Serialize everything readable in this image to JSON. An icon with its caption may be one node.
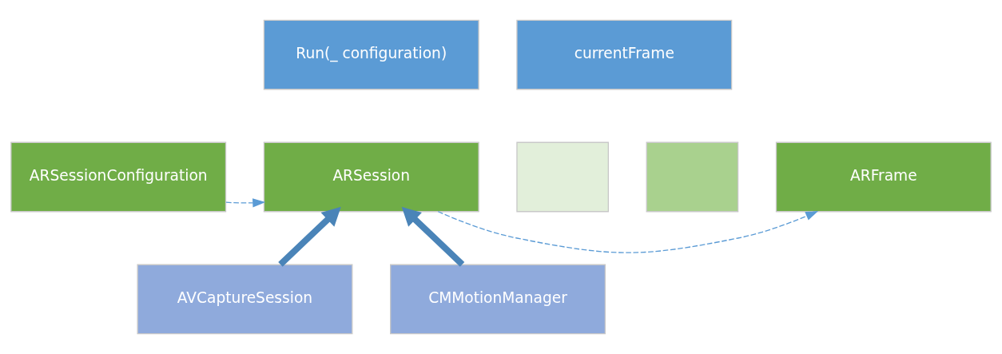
{
  "diagram": {
    "nodes": [
      {
        "text": [
          "Run(_ configuration)"
        ]
      },
      {
        "text": [
          "currentFrame"
        ]
      },
      {
        "text": [
          "ARSessionConfiguration"
        ]
      },
      {
        "text": [
          "ARSession"
        ]
      },
      {
        "text": [],
        "shape": "box"
      },
      {
        "text": [],
        "shape": "box"
      },
      {
        "text": [
          "ARFrame"
        ]
      },
      {
        "text": [
          "AVCaptureSession"
        ]
      },
      {
        "text": [
          "CMMotionManager"
        ]
      }
    ],
    "edges": [
      {
        "from": 2,
        "to": 3,
        "arrow": "to",
        "style": "dashed",
        "color": "#5b9bd5"
      },
      {
        "from": 3,
        "to": 6,
        "arrow": "to",
        "style": "dashed",
        "color": "#5b9bd5"
      },
      {
        "from": 7,
        "to": 3,
        "arrow": "to",
        "style": "thick",
        "color": "#4a84b8"
      },
      {
        "from": 8,
        "to": 3,
        "arrow": "to",
        "style": "thick",
        "color": "#4a84b8"
      }
    ]
  }
}
